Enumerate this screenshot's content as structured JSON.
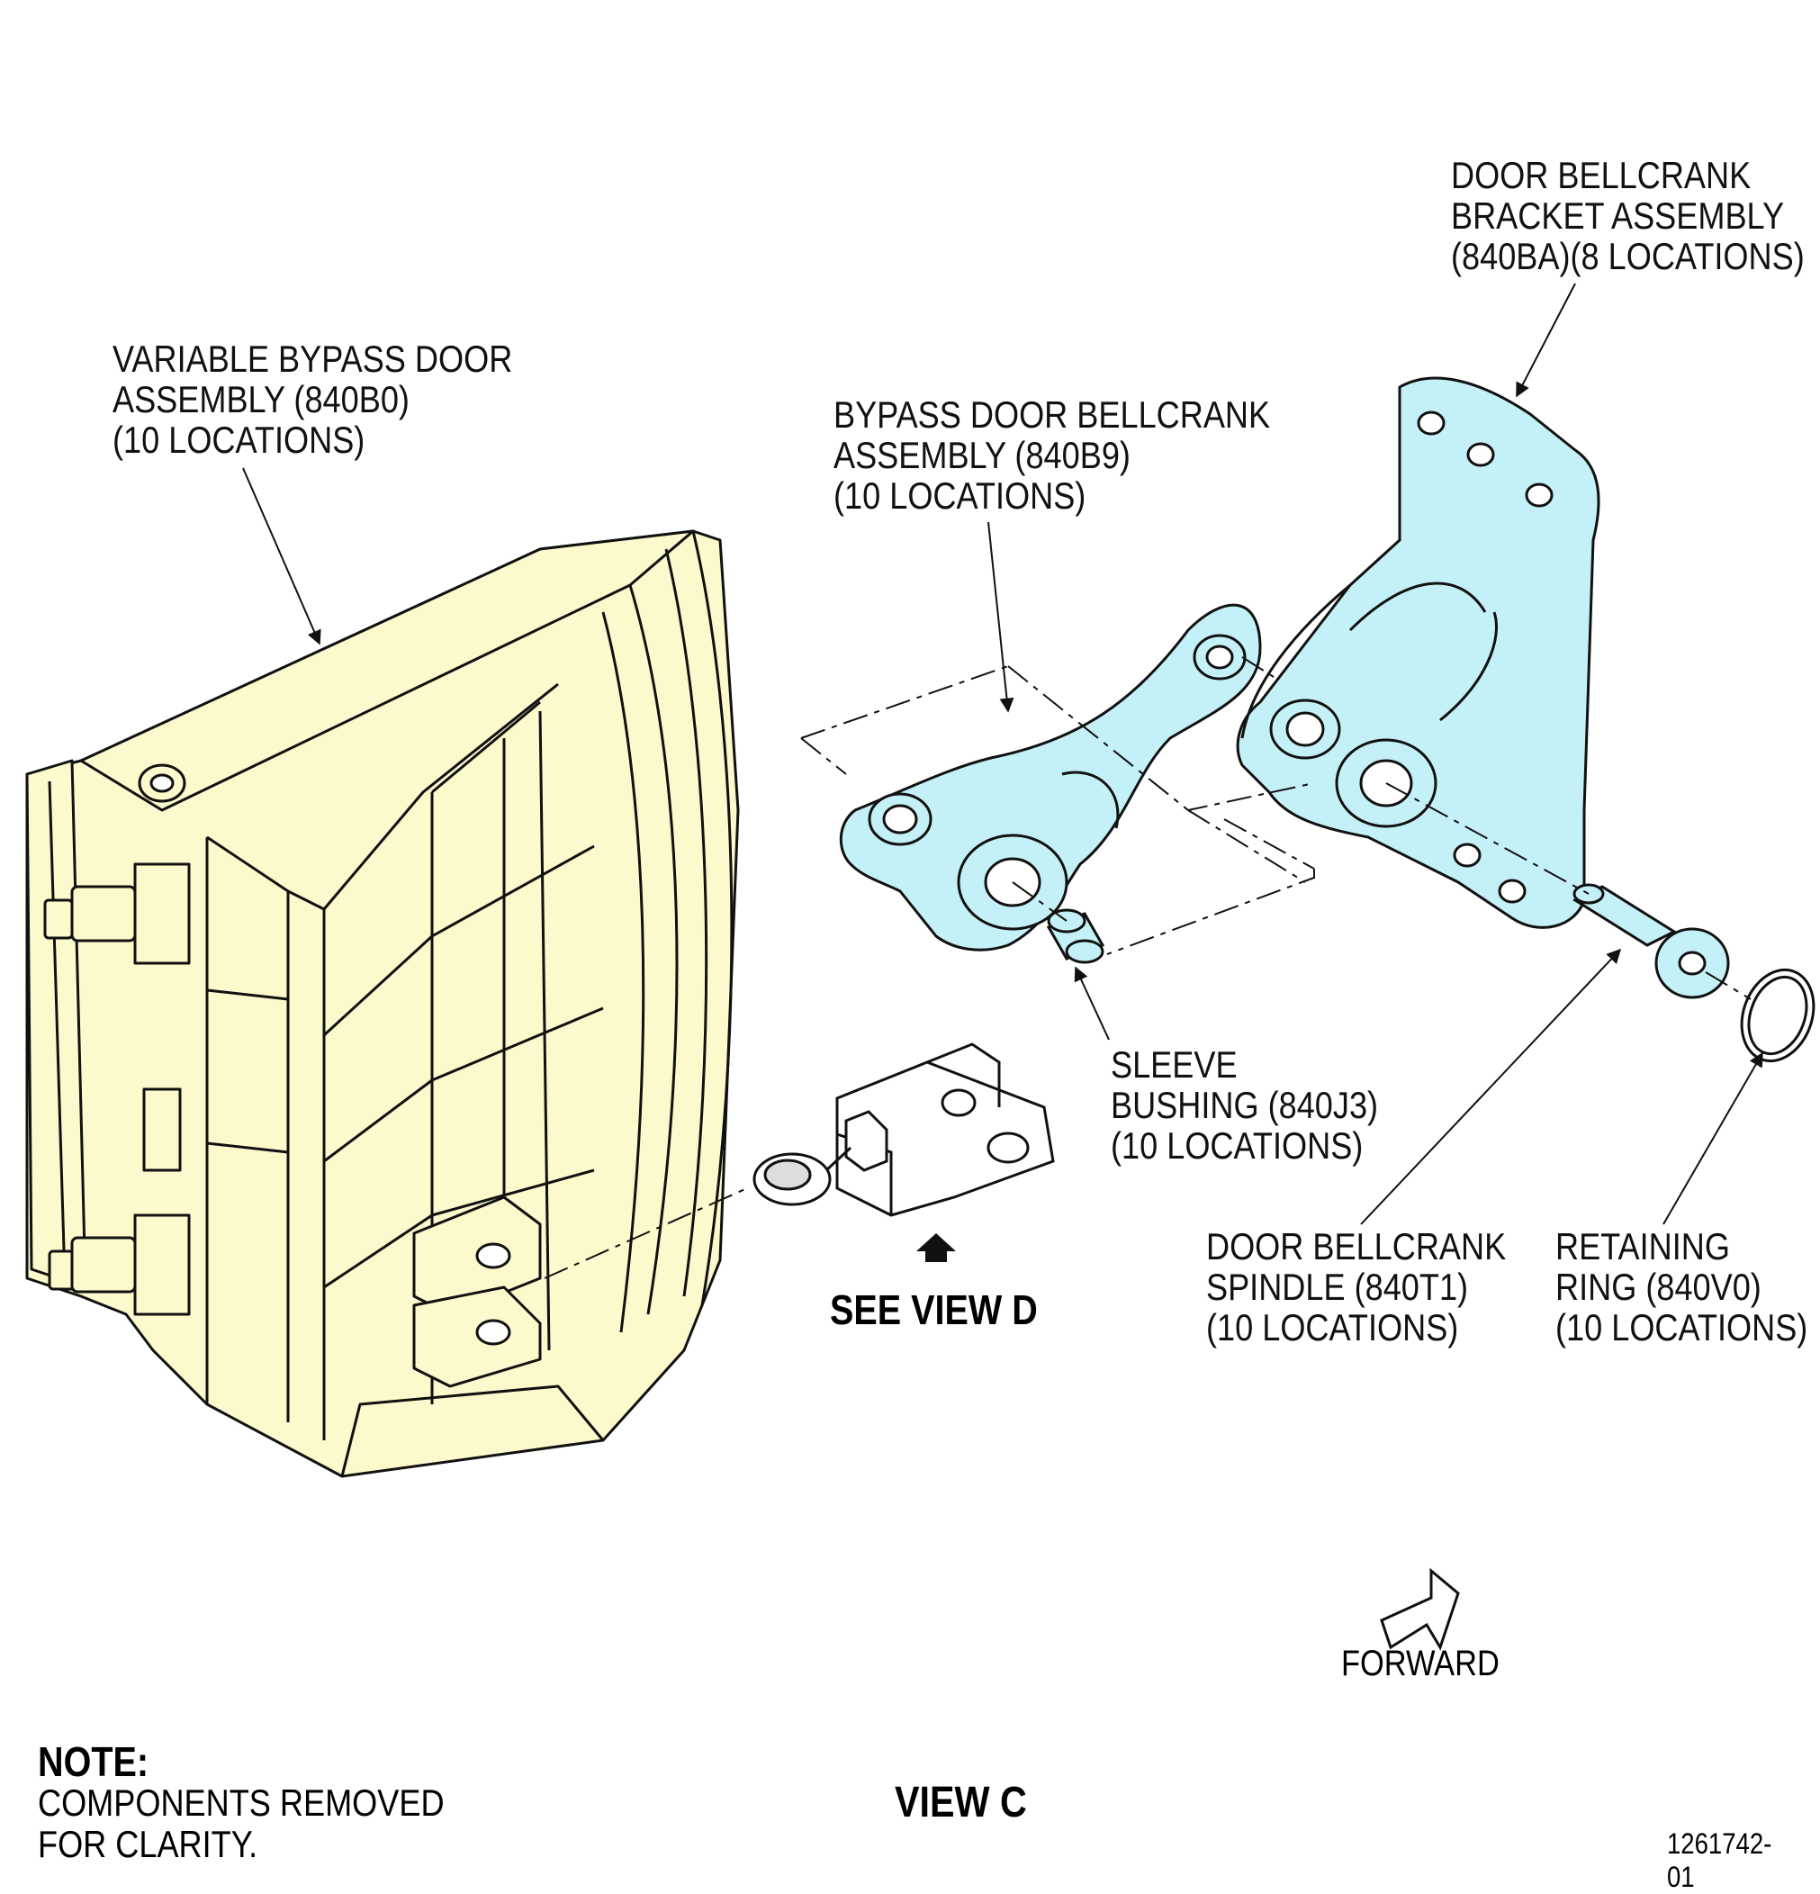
{
  "labels": {
    "door_assembly": [
      "VARIABLE BYPASS DOOR",
      "ASSEMBLY (840B0)",
      "(10 LOCATIONS)"
    ],
    "bellcrank_assembly": [
      "BYPASS DOOR BELLCRANK",
      "ASSEMBLY (840B9)",
      "(10 LOCATIONS)"
    ],
    "bracket_assembly": [
      "DOOR BELLCRANK",
      "BRACKET ASSEMBLY",
      "(840BA)(8 LOCATIONS)"
    ],
    "sleeve_bushing": [
      "SLEEVE",
      "BUSHING (840J3)",
      "(10 LOCATIONS)"
    ],
    "spindle": [
      "DOOR BELLCRANK",
      "SPINDLE (840T1)",
      "(10 LOCATIONS)"
    ],
    "retaining_ring": [
      "RETAINING",
      "RING (840V0)",
      "(10 LOCATIONS)"
    ]
  },
  "see_view": "SEE VIEW D",
  "forward": "FORWARD",
  "note": {
    "title": "NOTE:",
    "lines": [
      "COMPONENTS REMOVED",
      "FOR CLARITY."
    ]
  },
  "view_title": "VIEW C",
  "figure_number": "1261742-01",
  "colors": {
    "door_fill": "#fcfacc",
    "part_fill": "#c4f1f7",
    "line": "#111111"
  }
}
